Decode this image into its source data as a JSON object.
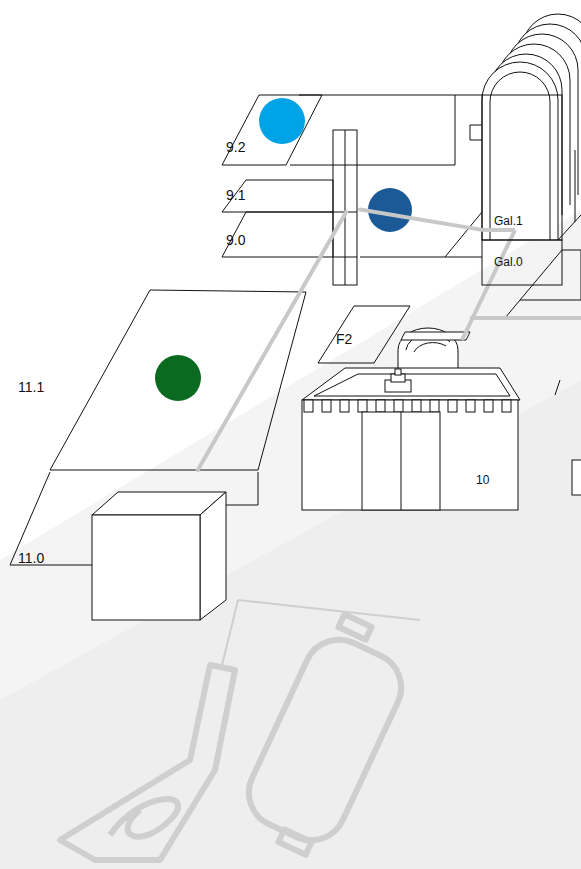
{
  "diagram": {
    "nodes": [
      {
        "text": [
          "9.2"
        ]
      },
      {
        "text": [
          "9.1"
        ]
      },
      {
        "text": [
          "9.0"
        ]
      },
      {
        "text": [
          "Gal.1"
        ]
      },
      {
        "text": [
          "Gal.0"
        ]
      },
      {
        "text": [
          "F2"
        ]
      },
      {
        "text": [
          "11.1"
        ]
      },
      {
        "text": [
          "10"
        ]
      },
      {
        "text": [
          "11.0"
        ]
      }
    ],
    "edges": [
      {
        "from": 8,
        "to": 1,
        "arrow": "none"
      },
      {
        "from": 1,
        "to": 3,
        "arrow": "none"
      }
    ]
  }
}
